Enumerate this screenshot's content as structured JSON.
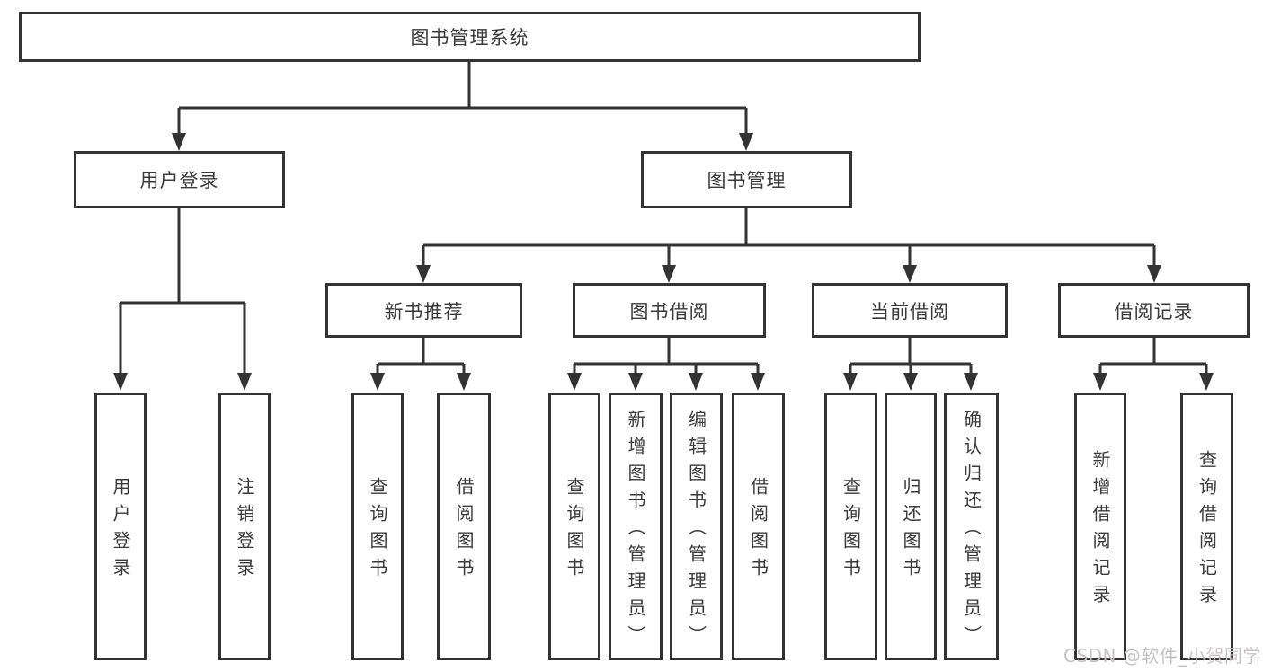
{
  "colors": {
    "line": "#333333",
    "box_border": "#333333",
    "text": "#3a3a3a",
    "background": "#ffffff",
    "watermark": "#c6c2c2"
  },
  "tree": {
    "root": "图书管理系统",
    "branches": [
      {
        "label": "用户登录",
        "children": [
          "用户登录",
          "注销登录"
        ]
      },
      {
        "label": "图书管理",
        "sections": [
          {
            "label": "新书推荐",
            "children": [
              "查询图书",
              "借阅图书"
            ]
          },
          {
            "label": "图书借阅",
            "children": [
              "查询图书",
              "新增图书（管理员）",
              "编辑图书（管理员）",
              "借阅图书"
            ]
          },
          {
            "label": "当前借阅",
            "children": [
              "查询图书",
              "归还图书",
              "确认归还（管理员）"
            ]
          },
          {
            "label": "借阅记录",
            "children": [
              "新增借阅记录",
              "查询借阅记录"
            ]
          }
        ]
      }
    ]
  },
  "watermark": "CSDN @软件_小贺同学"
}
